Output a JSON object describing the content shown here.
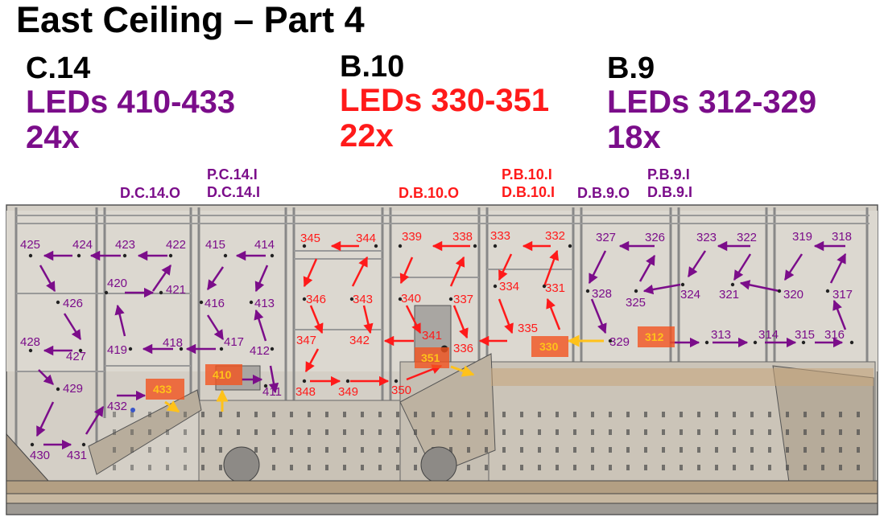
{
  "title": "East Ceiling – Part 4",
  "colors": {
    "purple": "#7b0d8a",
    "red": "#ff1a1a",
    "highlight": "#f2541f",
    "yellow": "#ffc21a"
  },
  "sections": [
    {
      "code": "C.14",
      "leds": "LEDs 410-433",
      "count": "24x",
      "color": "#7b0d8a"
    },
    {
      "code": "B.10",
      "leds": "LEDs 330-351",
      "count": "22x",
      "color": "#ff1a1a"
    },
    {
      "code": "B.9",
      "leds": "LEDs 312-329",
      "count": "18x",
      "color": "#7b0d8a"
    }
  ],
  "device_labels": [
    {
      "lines": [
        "D.C.14.O"
      ],
      "color": "#7b0d8a"
    },
    {
      "lines": [
        "P.C.14.I",
        "D.C.14.I"
      ],
      "color": "#7b0d8a"
    },
    {
      "lines": [
        "D.B.10.O"
      ],
      "color": "#ff1a1a"
    },
    {
      "lines": [
        "P.B.10.I",
        "D.B.10.I"
      ],
      "color": "#ff1a1a"
    },
    {
      "lines": [
        "D.B.9.O"
      ],
      "color": "#7b0d8a"
    },
    {
      "lines": [
        "P.B.9.I",
        "D.B.9.I"
      ],
      "color": "#7b0d8a"
    }
  ],
  "leds_c14": [
    "425",
    "424",
    "423",
    "422",
    "415",
    "414",
    "420",
    "421",
    "416",
    "413",
    "426",
    "428",
    "427",
    "419",
    "418",
    "417",
    "412",
    "429",
    "432",
    "411",
    "430",
    "431"
  ],
  "leds_b10": [
    "345",
    "344",
    "339",
    "338",
    "333",
    "332",
    "346",
    "343",
    "340",
    "337",
    "334",
    "331",
    "335",
    "347",
    "342",
    "341",
    "336",
    "348",
    "349",
    "350"
  ],
  "leds_b9": [
    "327",
    "326",
    "323",
    "322",
    "319",
    "318",
    "328",
    "325",
    "324",
    "321",
    "320",
    "317",
    "329",
    "313",
    "314",
    "315",
    "316"
  ],
  "start_leds": [
    "433",
    "410",
    "351",
    "330",
    "312"
  ]
}
